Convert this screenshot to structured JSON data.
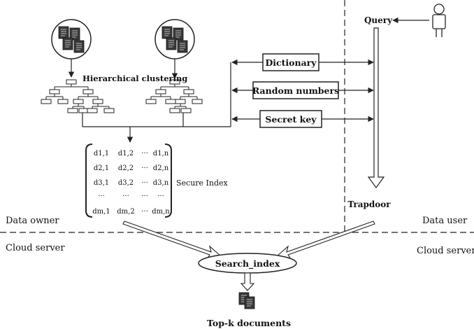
{
  "diagram": {
    "labels": {
      "query": "Query",
      "hierarchical_clustering": "Hierarchical clustering",
      "dictionary": "Dictionary",
      "random_numbers": "Random numbers",
      "secret_key": "Secret key",
      "secure_index": "Secure Index",
      "trapdoor": "Trapdoor",
      "data_owner": "Data owner",
      "data_user": "Data user",
      "cloud_server_left": "Cloud server",
      "cloud_server_right": "Cloud server",
      "search_index": "Search_index",
      "top_k_documents": "Top-k documents"
    },
    "matrix": {
      "rows": [
        [
          "d1,1",
          "d1,2",
          "···",
          "d1,n"
        ],
        [
          "d2,1",
          "d2,2",
          "···",
          "d2,n"
        ],
        [
          "d3,1",
          "d3,2",
          "···",
          "d3,n"
        ],
        [
          "···",
          "···",
          "···",
          "···"
        ],
        [
          "dm,1",
          "dm,2",
          "···",
          "dm,n"
        ]
      ]
    },
    "colors": {
      "line": "#222222",
      "document_fill": "#3a3a3a",
      "background": "#ffffff"
    },
    "icons": [
      "document-cluster-icon",
      "person-icon",
      "tree-icon",
      "document-stack-icon"
    ]
  }
}
